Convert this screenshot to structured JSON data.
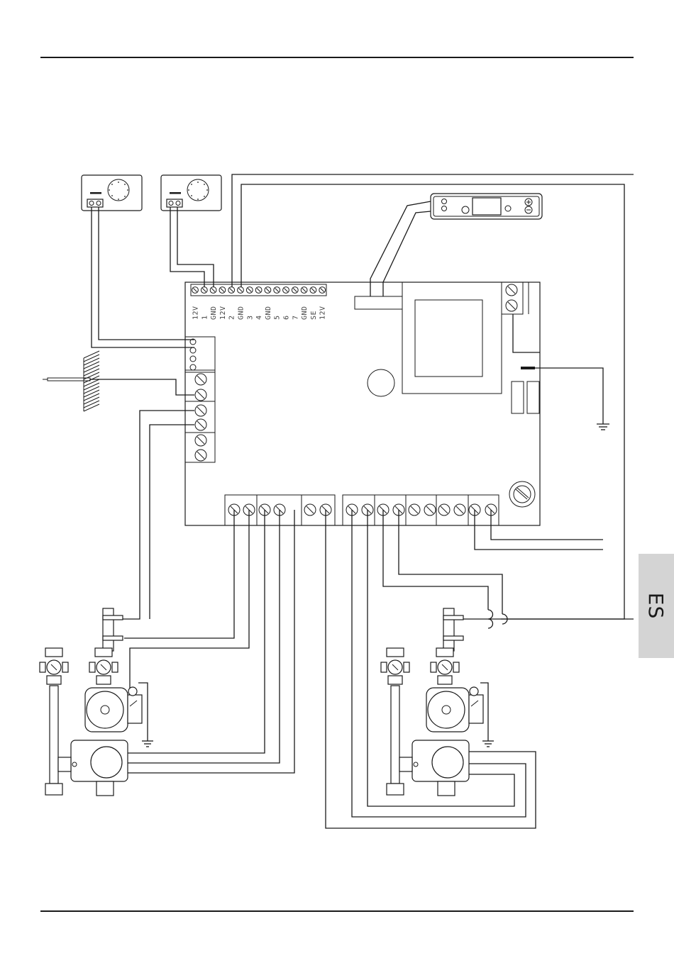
{
  "language_tab": "ES",
  "terminal_labels": [
    "12V",
    "1",
    "GND",
    "12V",
    "2",
    "GND",
    "3",
    "4",
    "GND",
    "5",
    "6",
    "7",
    "GND",
    "SE",
    "12V"
  ],
  "display_panel": {
    "icons": [
      "sun-moon-button-icon",
      "circle-button-icon",
      "mode-button-icon",
      "plus-icon",
      "minus-icon"
    ]
  }
}
